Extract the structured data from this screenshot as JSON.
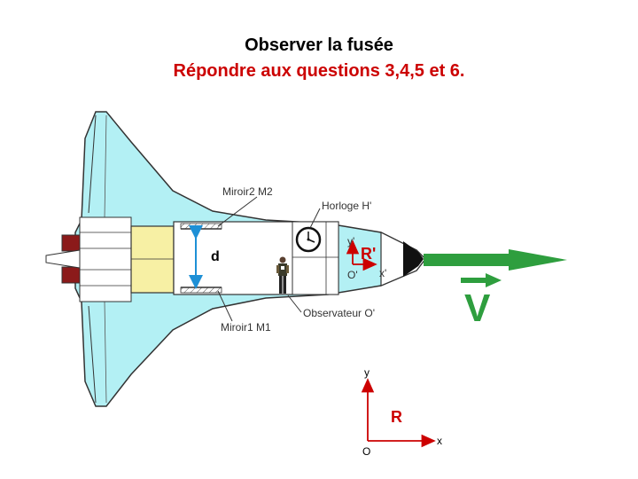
{
  "title": {
    "line1": "Observer la fusée",
    "line2": "Répondre aux questions 3,4,5 et 6."
  },
  "diagram": {
    "labels": {
      "mirror2": "Miroir2  M2",
      "mirror1": "Miroir1  M1",
      "clock": "Horloge H'",
      "observer": "Observateur  O'",
      "distance": "d",
      "velocity": "V"
    },
    "ship_frame": {
      "name": "R'",
      "x": "x'",
      "y": "y'",
      "origin": "O'"
    },
    "ground_frame": {
      "name": "R",
      "x": "x",
      "y": "y",
      "origin": "O"
    },
    "colors": {
      "hull": "#b3f0f4",
      "cabin": "#ffffff",
      "fuel_tank": "#f7f0a4",
      "engine": "#8b1a1a",
      "velocity_arrow": "#2e9e3e",
      "frame": "#cc0000"
    }
  }
}
